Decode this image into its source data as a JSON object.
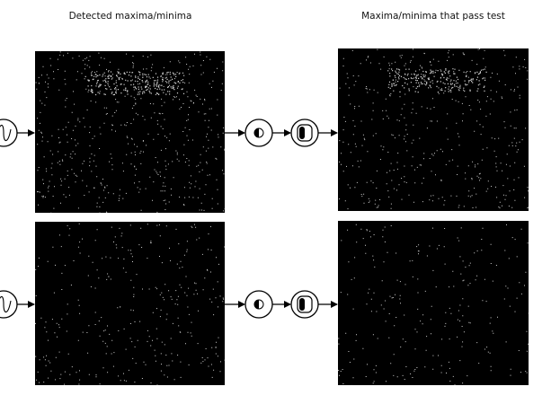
{
  "headings": {
    "left": "Detected maxima/minima",
    "right": "Maxima/minima that pass test"
  },
  "rows": [
    {
      "id": "top",
      "input_icon": "wave-icon",
      "ops": [
        "contrast-half-icon",
        "contrast-bar-icon"
      ]
    },
    {
      "id": "bottom",
      "input_icon": "wave-icon",
      "ops": [
        "contrast-half-icon",
        "contrast-bar-icon"
      ]
    }
  ],
  "colors": {
    "panel": "#000000",
    "stroke": "#000000",
    "background": "#ffffff"
  }
}
